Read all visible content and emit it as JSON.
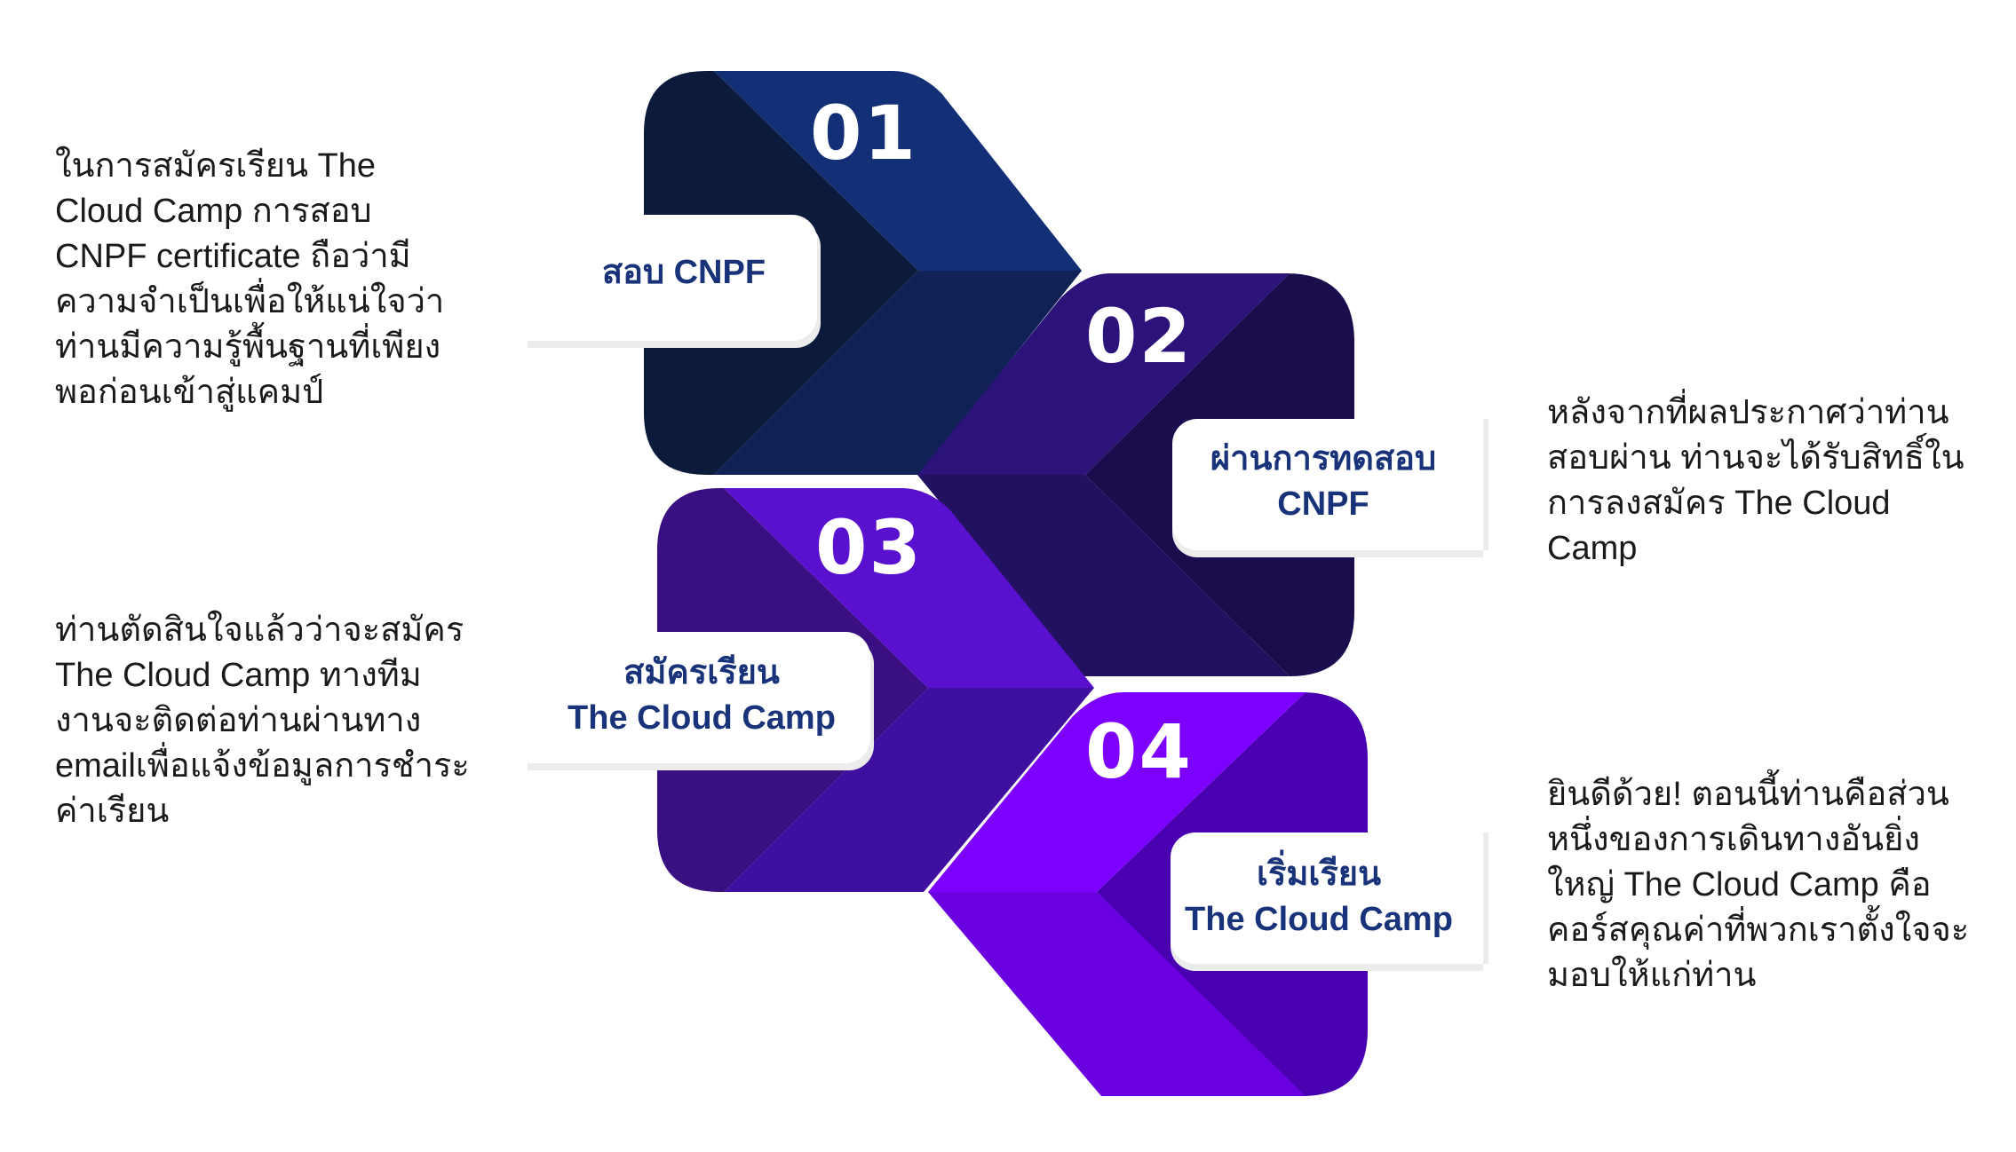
{
  "colors": {
    "step1_dark": "#0c1a3b",
    "step1_light": "#132f75",
    "step2_dark": "#1b0d4d",
    "step2_light": "#2c137a",
    "step3_dark": "#3a0f82",
    "step3_light": "#5a10cf",
    "step4_dark": "#4800b0",
    "step4_light": "#7d00ff",
    "label_text": "#18337a"
  },
  "steps": [
    {
      "number": "01",
      "label": "สอบ CNPF",
      "description": "ในการสมัครเรียน The\nCloud Camp การสอบ\nCNPF  certificate ถือว่ามี\nความจำเป็นเพื่อให้แน่ใจว่า\nท่านมีความรู้พื้นฐานที่เพียง\nพอก่อนเข้าสู่แคมป์"
    },
    {
      "number": "02",
      "label": "ผ่านการทดสอบ\nCNPF",
      "description": "หลังจากที่ผลประกาศว่าท่าน\nสอบผ่าน ท่านจะได้รับสิทธิ์ใน\nการลงสมัคร The Cloud\nCamp"
    },
    {
      "number": "03",
      "label": "สมัครเรียน\nThe Cloud Camp",
      "description": "ท่านตัดสินใจแล้วว่าจะสมัคร\nThe Cloud Camp ทางทีม\nงานจะติดต่อท่านผ่านทาง\nemailเพื่อแจ้งข้อมูลการชำระ\nค่าเรียน"
    },
    {
      "number": "04",
      "label": "เริ่มเรียน\nThe Cloud Camp",
      "description": "ยินดีด้วย!  ตอนนี้ท่านคือส่วน\nหนึ่งของการเดินทางอันยิ่ง\nใหญ่ The Cloud Camp คือ\nคอร์สคุณค่าที่พวกเราตั้งใจจะ\nมอบให้แก่ท่าน"
    }
  ]
}
